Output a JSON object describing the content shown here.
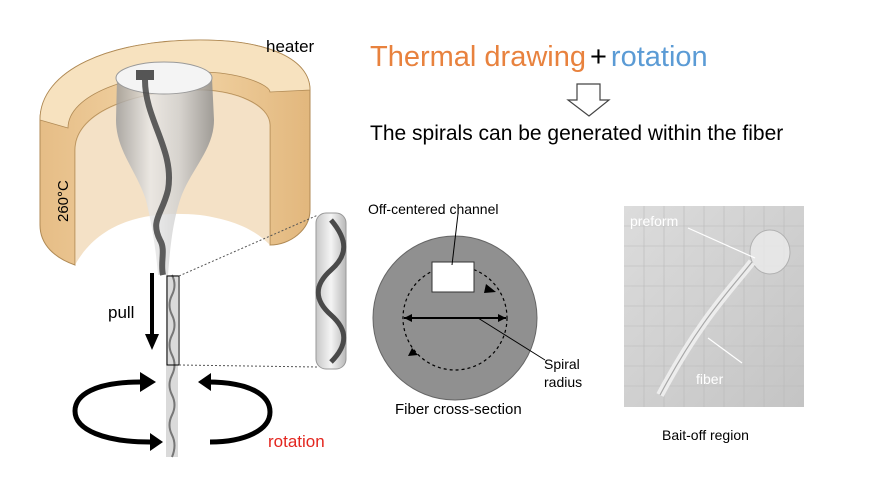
{
  "title": {
    "part1": "Thermal drawing",
    "plus": "+",
    "part2": "rotation"
  },
  "subtitle": "The spirals can be generated within the fiber",
  "labels": {
    "heater": "heater",
    "temperature": "260°C",
    "pull": "pull",
    "rotation": "rotation",
    "off_centered_channel": "Off-centered channel",
    "spiral_radius_line1": "Spiral",
    "spiral_radius_line2": "radius",
    "fiber_cross_section": "Fiber cross-section",
    "preform": "preform",
    "fiber": "fiber",
    "bait_off_region": "Bait-off region"
  },
  "colors": {
    "thermal_drawing": "#e8823e",
    "rotation_title": "#5b9bd5",
    "rotation_label": "#e3261f",
    "heater": "#f0cf9b",
    "cross_section": "#909090"
  }
}
